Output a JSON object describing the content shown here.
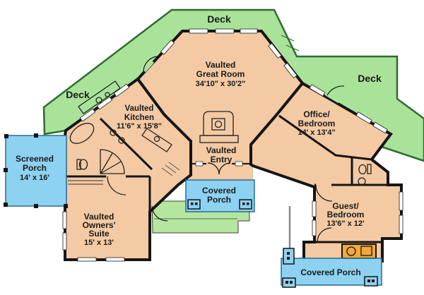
{
  "plan": {
    "decks": {
      "top": "Deck",
      "left": "Deck",
      "right": "Deck"
    },
    "rooms": {
      "great_room": {
        "line1": "Vaulted",
        "line2": "Great Room",
        "dims": "34'10\" x 30'2\""
      },
      "kitchen": {
        "line1": "Vaulted",
        "line2": "Kitchen",
        "dims": "11'6\" x 15'8\""
      },
      "office_bedroom": {
        "line1": "Office/",
        "line2": "Bedroom",
        "dims": "14' x 13'4\""
      },
      "screened_porch": {
        "line1": "Screened",
        "line2": "Porch",
        "dims": "14' x 16'"
      },
      "entry": {
        "line1": "Vaulted",
        "line2": "Entry"
      },
      "covered_porch_center": {
        "line1": "Covered",
        "line2": "Porch"
      },
      "owners_suite": {
        "line1": "Vaulted",
        "line2": "Owners'",
        "line3": "Suite",
        "dims": "15' x 13'"
      },
      "guest_bedroom": {
        "line1": "Guest/",
        "line2": "Bedroom",
        "dims": "13'6\" x 12'"
      },
      "covered_porch_bottom": {
        "line1": "Covered Porch"
      }
    },
    "colors": {
      "deck_green": "#a9e39a",
      "deck_border": "#2f6b2f",
      "patio_green": "#b4e69f",
      "floor_tan": "#f3caa3",
      "wall_black": "#151515",
      "porch_blue": "#8ed2f2",
      "porch_border": "#2a6b8f",
      "counter_orange": "#f2a93b"
    }
  }
}
